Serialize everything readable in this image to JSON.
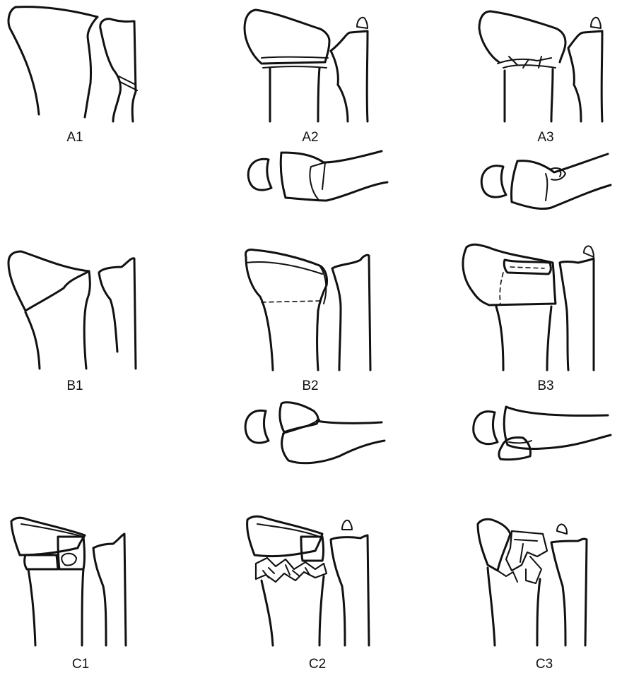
{
  "panels": [
    {
      "id": "A1",
      "label": "A1"
    },
    {
      "id": "A2",
      "label": "A2"
    },
    {
      "id": "A3",
      "label": "A3"
    },
    {
      "id": "B1",
      "label": "B1"
    },
    {
      "id": "B2",
      "label": "B2"
    },
    {
      "id": "B3",
      "label": "B3"
    },
    {
      "id": "C1",
      "label": "C1"
    },
    {
      "id": "C2",
      "label": "C2"
    },
    {
      "id": "C3",
      "label": "C3"
    }
  ]
}
